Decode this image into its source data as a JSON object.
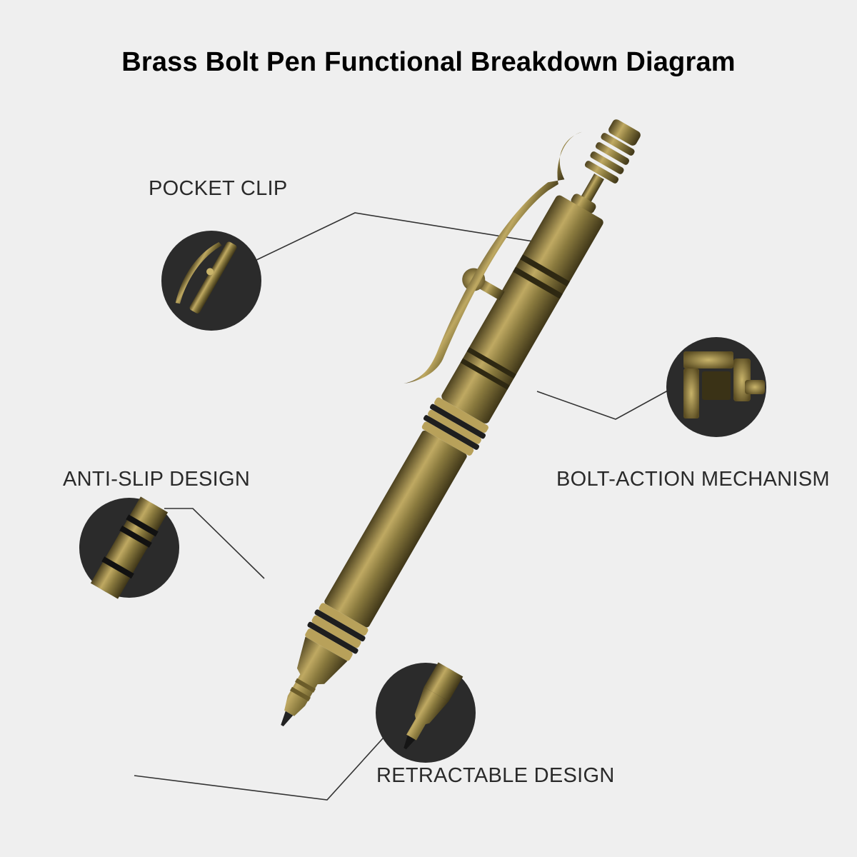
{
  "title": "Brass Bolt Pen Functional Breakdown Diagram",
  "labels": {
    "pocket_clip": "POCKET CLIP",
    "anti_slip": "ANTI-SLIP DESIGN",
    "bolt_action": "BOLT-ACTION MECHANISM",
    "retractable": "RETRACTABLE DESIGN"
  },
  "colors": {
    "background": "#efefef",
    "brass": "#8a7a3e",
    "brass_light": "#bfa962",
    "brass_dark": "#4d4220",
    "ring": "#1e1e1e",
    "callout_circle": "#2b2b2b",
    "leader_line": "#333333"
  }
}
